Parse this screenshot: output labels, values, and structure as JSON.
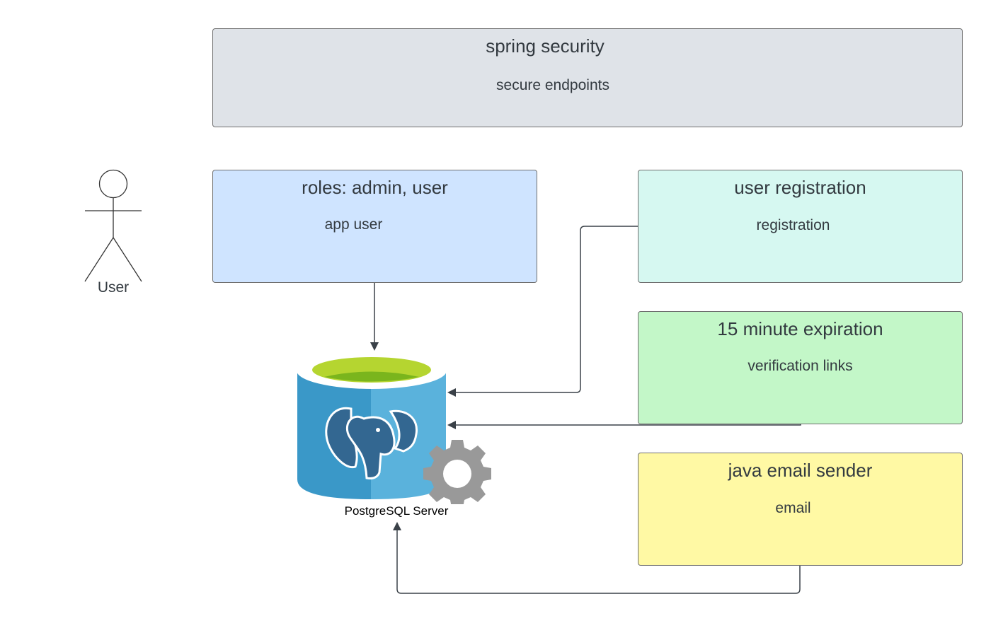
{
  "boxes": {
    "security": {
      "title": "spring security",
      "sub": "secure endpoints",
      "color": "#dfe3e8"
    },
    "roles": {
      "title": "roles: admin, user",
      "sub": "app user",
      "color": "#cfe4ff"
    },
    "registration": {
      "title": "user registration",
      "sub": "registration",
      "color": "#d6f8f1"
    },
    "expiration": {
      "title": "15 minute expiration",
      "sub": "verification links",
      "color": "#c3f7c8"
    },
    "email": {
      "title": "java email sender",
      "sub": "email",
      "color": "#fff9a4"
    }
  },
  "actor": {
    "label": "User"
  },
  "database": {
    "label": "PostgreSQL Server"
  },
  "colors": {
    "connector": "#3a4148",
    "db_left": "#3a98c8",
    "db_right": "#5ab2dc",
    "db_top_rim": "#ffffff",
    "db_liquid": "#b5d530",
    "db_liquid_dark": "#7ab51d",
    "elephant": "#336791",
    "gear": "#999999"
  }
}
